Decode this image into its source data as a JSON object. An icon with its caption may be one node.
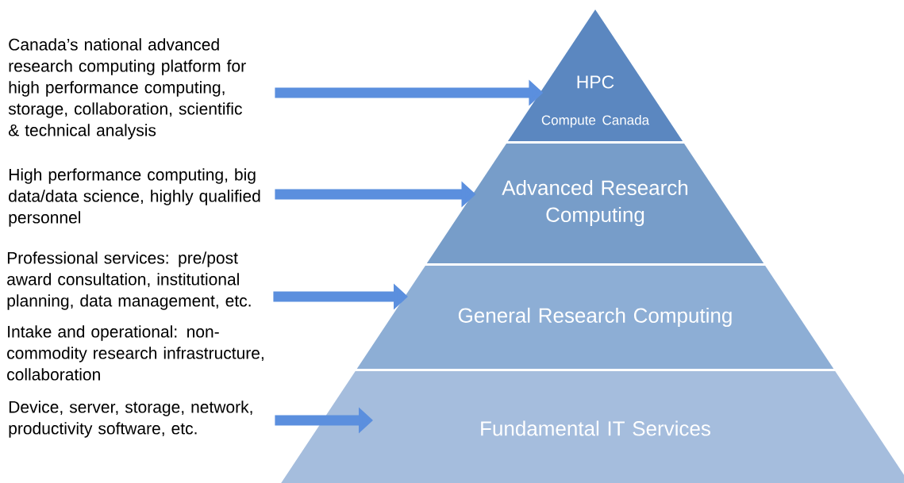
{
  "diagram": {
    "nodes": [
      {
        "text": [
          "Canada’s national advanced research computing platform for high performance computing, storage, collaboration, scientific & technical analysis"
        ]
      },
      {
        "text": [
          "High performance computing, big data/data science, highly qualified personnel"
        ]
      },
      {
        "text": [
          "Professional services: pre/post award consultation, institutional planning, data management, etc."
        ]
      },
      {
        "text": [
          "Intake and operational: non-commodity research infrastructure, collaboration"
        ]
      },
      {
        "text": [
          "Device, server, storage, network, productivity software, etc."
        ]
      },
      {
        "text": [
          "HPC",
          "Compute Canada"
        ]
      },
      {
        "text": [
          "Advanced Research Computing"
        ]
      },
      {
        "text": [
          "General Research Computing"
        ]
      },
      {
        "text": [
          "Fundamental IT Services"
        ]
      }
    ],
    "edges": [
      {
        "from": 0,
        "to": 5,
        "arrow": "to"
      },
      {
        "from": 1,
        "to": 6,
        "arrow": "to"
      },
      {
        "from": 2,
        "to": 7,
        "arrow": "to"
      },
      {
        "from": 4,
        "to": 8,
        "arrow": "to"
      }
    ]
  }
}
